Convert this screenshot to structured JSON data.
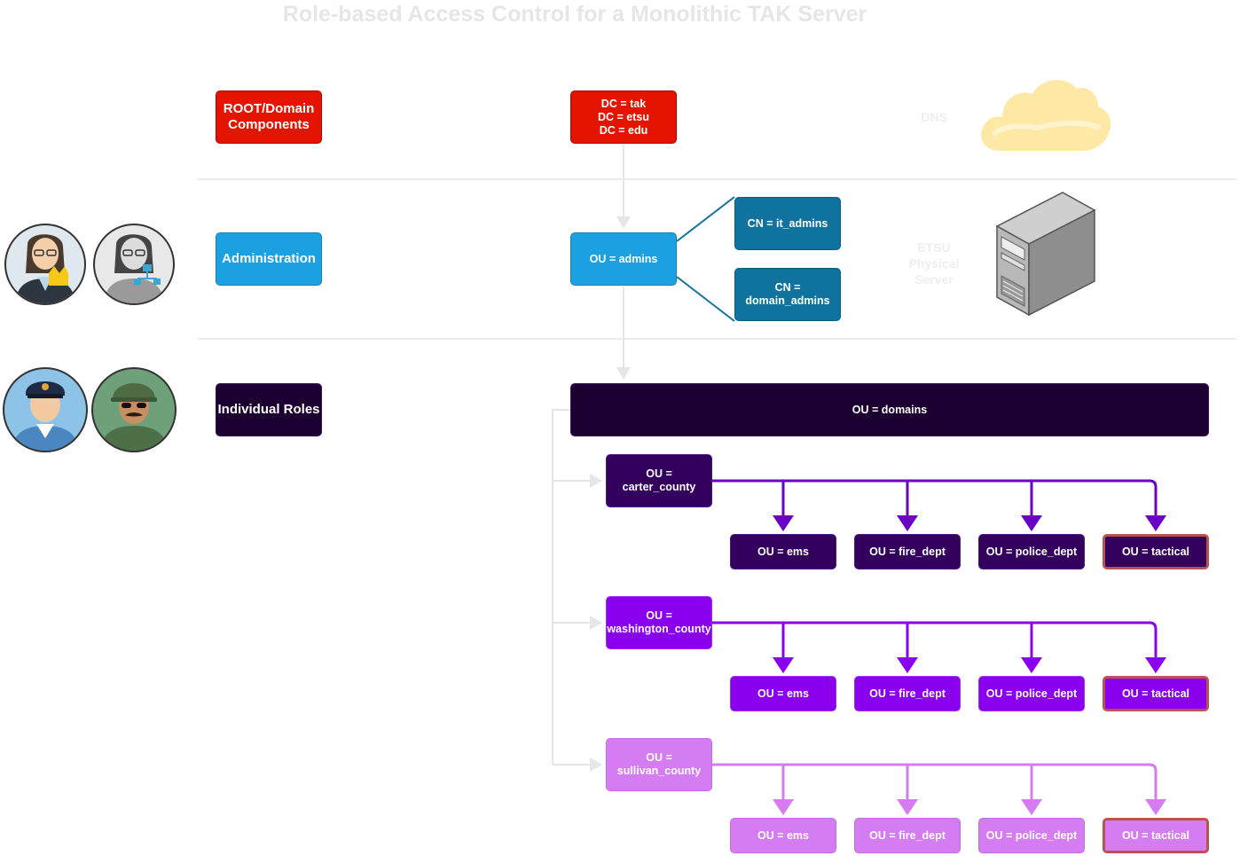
{
  "title": "Role-based Access Control for a Monolithic TAK Server",
  "rows": {
    "root": "ROOT/Domain\nComponents",
    "admin": "Administration",
    "roles": "Individual Roles"
  },
  "dc": "DC = tak\nDC = etsu\nDC = edu",
  "admins": "OU = admins",
  "cn_it": "CN = it_admins",
  "cn_domain": "CN =\ndomain_admins",
  "domains": "OU = domains",
  "dns": "DNS",
  "server": "ETSU\nPhysical\nServer",
  "counties": [
    {
      "label": "OU =\ncarter_county",
      "color": "#33005e",
      "line": "#6a00c6"
    },
    {
      "label": "OU =\nwashington_county",
      "color": "#8a00ee",
      "line": "#8a00ee"
    },
    {
      "label": "OU =\nsullivan_county",
      "color": "#d67cf2",
      "line": "#d67cf2"
    }
  ],
  "units": [
    "OU = ems",
    "OU = fire_dept",
    "OU = police_dept",
    "OU = tactical"
  ],
  "colors": {
    "red": "#e51400",
    "blue": "#1ba1e2",
    "darkblue": "#10739e",
    "navy": "#1d0032",
    "tactical_border": "#b85450"
  },
  "icons": [
    "admin-woman-icon",
    "network-admin-woman-icon",
    "police-officer-icon",
    "soldier-icon",
    "cloud-icon",
    "server-tower-icon"
  ]
}
